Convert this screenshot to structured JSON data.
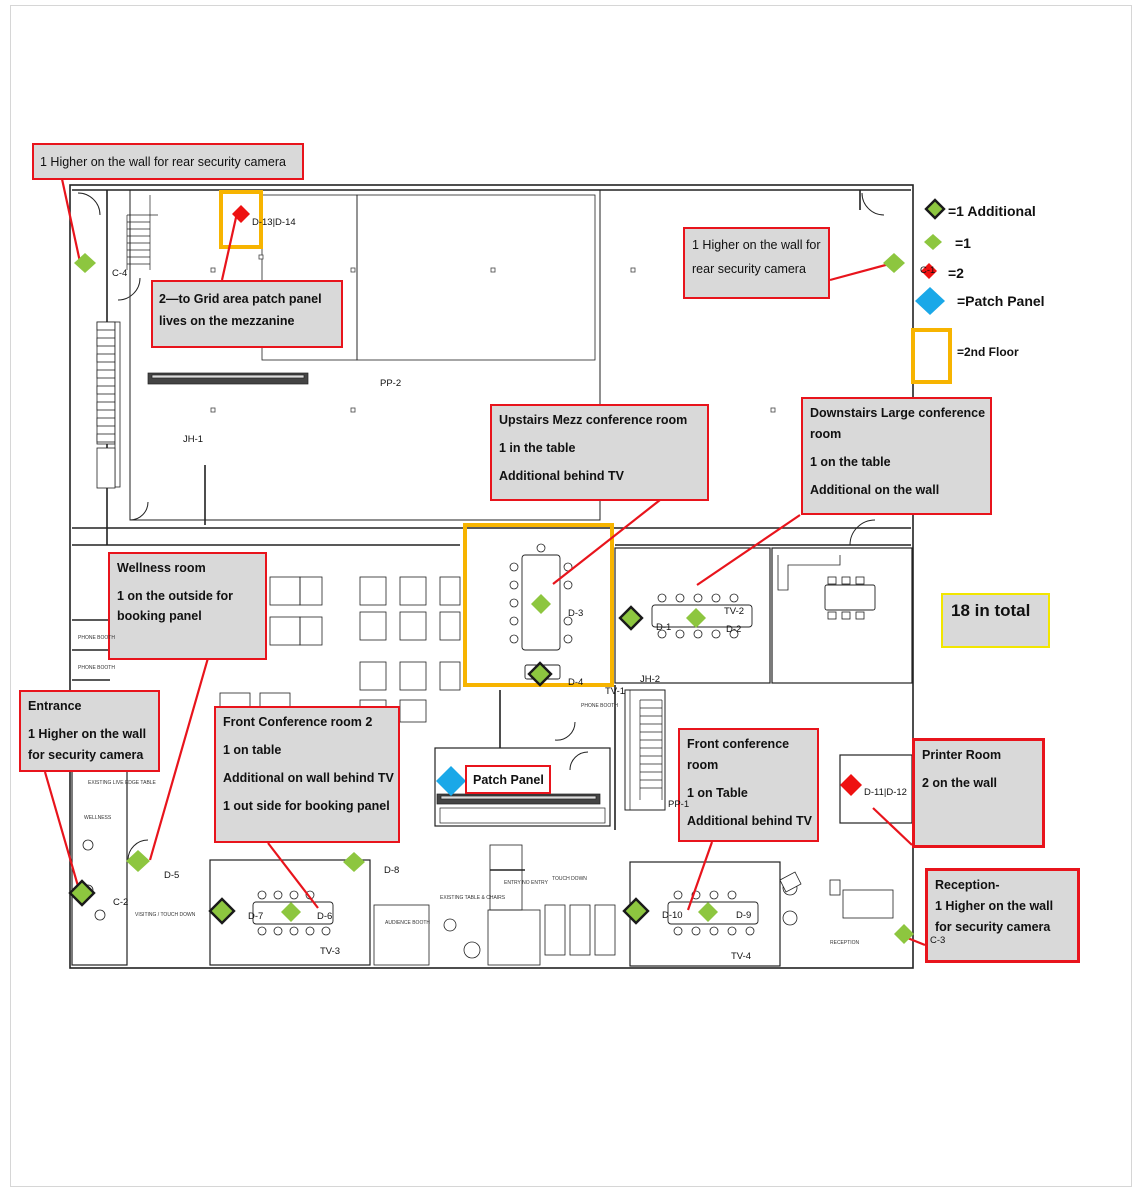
{
  "colors": {
    "callout_border": "#e8141c",
    "callout_fill": "#d9d9d9",
    "marker_green": "#8dc63f",
    "marker_red": "#ee1111",
    "patch_blue": "#1aa8e8",
    "second_floor_border": "#f7b400",
    "total_border": "#f2e600",
    "wall": "#222222"
  },
  "legend": {
    "additional": "=1 Additional",
    "one": "=1",
    "two": "=2",
    "patch_panel": "=Patch Panel",
    "second_floor": "=2nd Floor"
  },
  "total": "18 in total",
  "callouts": {
    "rear_camera_left": [
      "1 Higher on the wall for rear security camera"
    ],
    "rear_camera_right": [
      "1 Higher on the wall for",
      "rear security camera"
    ],
    "grid_area": [
      "2—to Grid area patch panel",
      "lives on the mezzanine"
    ],
    "mezz_conf": [
      "Upstairs Mezz conference room",
      "1 in the table",
      "Additional behind TV"
    ],
    "large_conf": [
      "Downstairs Large conference",
      "room",
      "1 on the table",
      "Additional on the wall"
    ],
    "wellness": [
      "Wellness room",
      "1 on the outside for",
      "booking panel"
    ],
    "entrance": [
      "Entrance",
      "1 Higher on the wall",
      "for security camera"
    ],
    "front_conf_2": [
      "Front Conference room 2",
      "1 on table",
      "Additional on wall behind TV",
      "1 out side for booking panel"
    ],
    "patch_panel": [
      "Patch Panel"
    ],
    "front_conf": [
      "Front conference",
      "room",
      "1 on Table",
      "Additional behind TV"
    ],
    "printer": [
      "Printer Room",
      "2 on the wall"
    ],
    "reception": [
      "Reception-",
      "1 Higher on the wall",
      "for security camera"
    ]
  },
  "labels": {
    "d13_14": "D-13|D-14",
    "c4": "C-4",
    "c1": "C-1",
    "pp2": "PP-2",
    "jh1": "JH-1",
    "d3": "D-3",
    "d4": "D-4",
    "d1": "D-1",
    "d2": "D-2",
    "tv2": "TV-2",
    "tv1": "TV-1",
    "jh2": "JH-2",
    "pp1": "PP-1",
    "d11_12": "D-11|D-12",
    "d5": "D-5",
    "c2": "C-2",
    "d8": "D-8",
    "d7": "D-7",
    "d6": "D-6",
    "tv3": "TV-3",
    "d10": "D-10",
    "d9": "D-9",
    "tv4": "TV-4",
    "c3": "C-3"
  },
  "room_tags": {
    "phone_booth_a": "PHONE BOOTH",
    "phone_booth_b": "PHONE BOOTH",
    "phone_booth_c": "PHONE BOOTH",
    "existing_lounge": "EXISTING LIVE EDGE TABLE",
    "wellness": "WELLNESS",
    "touchdown": "VISITING / TOUCH DOWN",
    "huddle": "AUDIENCE BOOTH",
    "existing_table": "EXISTING TABLE & CHAIRS",
    "touchdown2": "TOUCH DOWN",
    "reception": "RECEPTION",
    "entry_tag": "ENTRY NO ENTRY"
  }
}
